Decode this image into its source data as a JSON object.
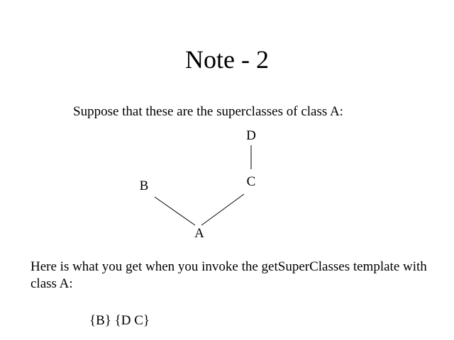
{
  "slide": {
    "title": "Note - 2",
    "intro": "Suppose that these are the superclasses of class A:",
    "explanation": "Here is what you get when you invoke the getSuperClasses template with class A:",
    "result": "{B} {D C}"
  },
  "diagram": {
    "nodes": {
      "d": "D",
      "c": "C",
      "b": "B",
      "a": "A"
    }
  }
}
